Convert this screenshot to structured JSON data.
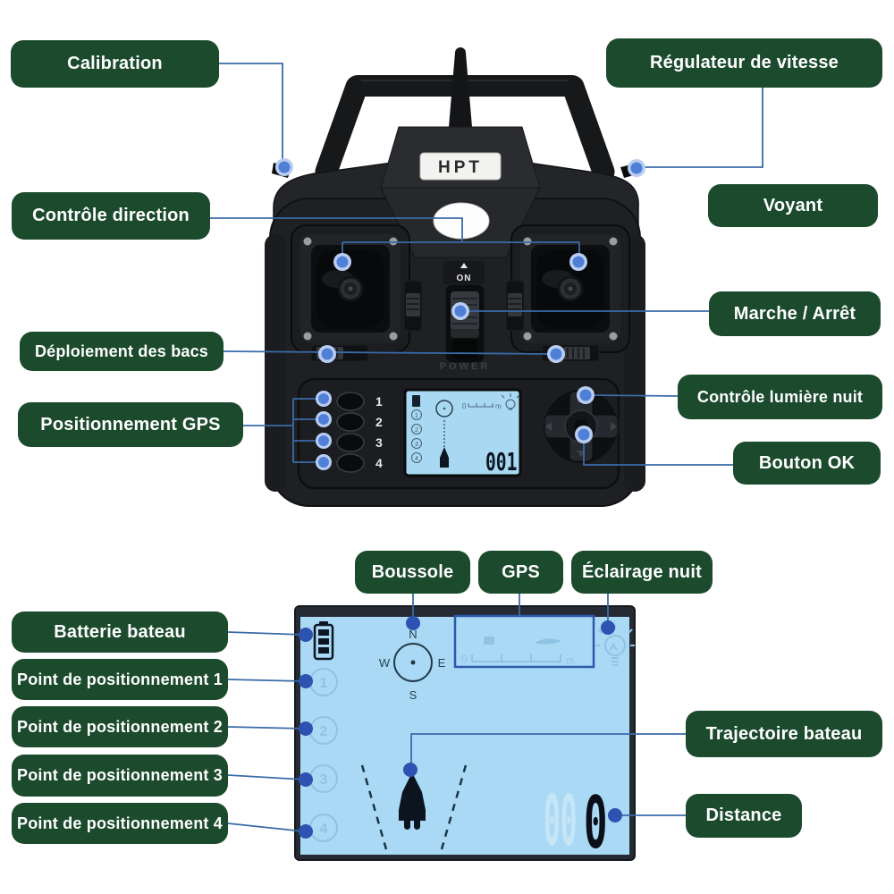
{
  "colors": {
    "label_bg": "#1b4a2d",
    "label_text": "#ffffff",
    "connector_line": "#3a6ba8",
    "dot_core": "#4f7fd6",
    "dot_halo": "#b9cdf1",
    "dot_solid": "#2d53b2",
    "lcd_background": "#a9d9f4",
    "lcd_faint": "#8fc3e3",
    "gps_box_border": "#2b59ab",
    "remote_body": "#1e2023"
  },
  "callouts": {
    "calibration": "Calibration",
    "regulateur_vitesse": "Régulateur de vitesse",
    "controle_direction": "Contrôle direction",
    "voyant": "Voyant",
    "marche_arret": "Marche / Arrêt",
    "deploiement_bacs": "Déploiement des bacs",
    "controle_lumiere_nuit": "Contrôle lumière nuit",
    "positionnement_gps": "Positionnement GPS",
    "bouton_ok": "Bouton OK",
    "boussole": "Boussole",
    "gps": "GPS",
    "eclairage_nuit": "Éclairage nuit",
    "batterie_bateau": "Batterie bateau",
    "point_1": "Point de positionnement 1",
    "point_2": "Point de positionnement 2",
    "point_3": "Point de positionnement 3",
    "point_4": "Point de positionnement 4",
    "trajectoire_bateau": "Trajectoire bateau",
    "distance": "Distance"
  },
  "remote": {
    "brand": "HPT",
    "switch_on_label": "ON",
    "power_label": "POWER",
    "memory_buttons": [
      "1",
      "2",
      "3",
      "4"
    ],
    "mini_screen_value": "001"
  },
  "screen": {
    "compass": {
      "north": "N",
      "south": "S",
      "west": "W",
      "east": "E"
    },
    "scale_zero": "0",
    "scale_unit": "m",
    "waypoints": [
      "1",
      "2",
      "3",
      "4"
    ],
    "distance_faint_digits": "00",
    "distance_value": "0"
  }
}
